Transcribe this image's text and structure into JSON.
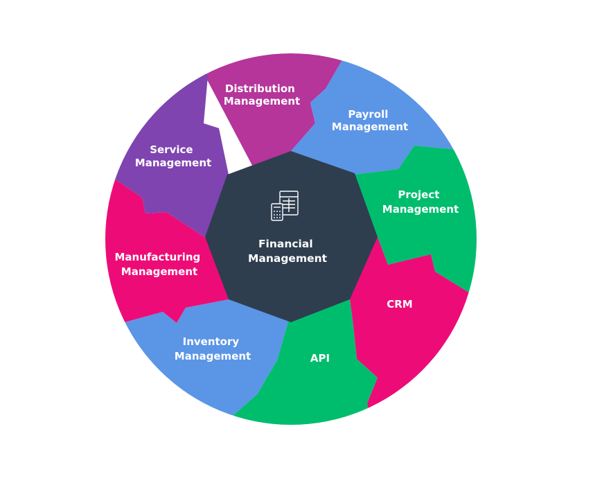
{
  "diagram": {
    "center": {
      "lines": [
        "Financial",
        "Management"
      ],
      "icon": "financial-document-calculator-icon",
      "color": "#2e3e4f"
    },
    "segments": [
      {
        "id": "distribution",
        "lines": [
          "Distribution",
          "Management"
        ],
        "color": "#b5359b"
      },
      {
        "id": "payroll",
        "lines": [
          "Payroll",
          "Management"
        ],
        "color": "#5b95e6"
      },
      {
        "id": "project",
        "lines": [
          "Project",
          "Management"
        ],
        "color": "#00bd6d"
      },
      {
        "id": "crm",
        "lines": [
          "CRM"
        ],
        "color": "#ed0c77"
      },
      {
        "id": "api",
        "lines": [
          "API"
        ],
        "color": "#00bd6d"
      },
      {
        "id": "inventory",
        "lines": [
          "Inventory",
          "Management"
        ],
        "color": "#5b95e6"
      },
      {
        "id": "manufacturing",
        "lines": [
          "Manufacturing",
          "Management"
        ],
        "color": "#ed0c77"
      },
      {
        "id": "service",
        "lines": [
          "Service",
          "Management"
        ],
        "color": "#7f44b0"
      }
    ]
  }
}
